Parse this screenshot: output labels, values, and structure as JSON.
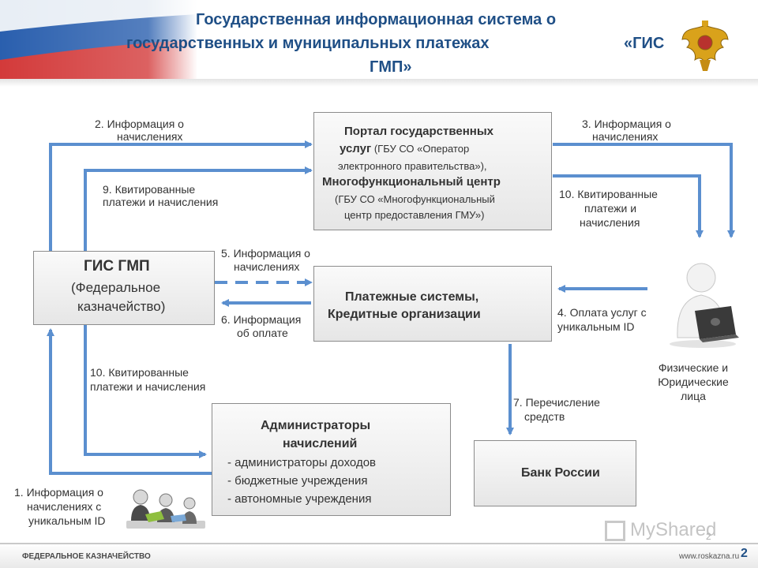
{
  "header": {
    "title_line1": "Государственная информационная система о",
    "title_line2": "государственных и муниципальных платежах",
    "title_line2b": "«ГИС",
    "title_line3": "ГМП»"
  },
  "boxes": {
    "portal": {
      "line1": "Портал государственных",
      "line2a": "услуг",
      "line2b": " (ГБУ СО «Оператор",
      "line3": "электронного правительства»),",
      "line4": "Многофункциональный центр",
      "line5": "(ГБУ СО «Многофункциональный",
      "line6": "центр предоставления ГМУ»)"
    },
    "gis": {
      "title": "ГИС ГМП",
      "line2": "(Федеральное",
      "line3": "казначейство)"
    },
    "payments": {
      "line1": "Платежные системы,",
      "line2": "Кредитные организации"
    },
    "admins": {
      "line1": "Администраторы",
      "line2": "начислений",
      "item1": "- администраторы доходов",
      "item2": "- бюджетные учреждения",
      "item3": "- автономные учреждения"
    },
    "bank": {
      "label": "Банк России"
    }
  },
  "persons": {
    "line1": "Физические и",
    "line2": "Юридические",
    "line3": "лица"
  },
  "labels": {
    "l2a": "2. Информация о",
    "l2b": "начислениях",
    "l3a": "3. Информация о",
    "l3b": "начислениях",
    "l9a": "9. Квитированные",
    "l9b": "платежи и начисления",
    "l10ra": "10. Квитированные",
    "l10rb": "платежи и",
    "l10rc": "начисления",
    "l5a": "5. Информация о",
    "l5b": "начислениях",
    "l6a": "6. Информация",
    "l6b": "об оплате",
    "l4a": "4. Оплата услуг с",
    "l4b": "уникальным ID",
    "l10la": "10. Квитированные",
    "l10lb": "платежи и начисления",
    "l7a": "7. Перечисление",
    "l7b": "средств",
    "l1a": "1. Информация о",
    "l1b": "начислениях с",
    "l1c": "уникальным ID"
  },
  "footer": {
    "org": "ФЕДЕРАЛЬНОЕ КАЗНАЧЕЙСТВО",
    "url": "www.roskazna.ru",
    "page": "2",
    "watermark_page": "2",
    "watermark": "MyShared"
  },
  "colors": {
    "arrow": "#5b8fcf",
    "title": "#1f4f86"
  }
}
